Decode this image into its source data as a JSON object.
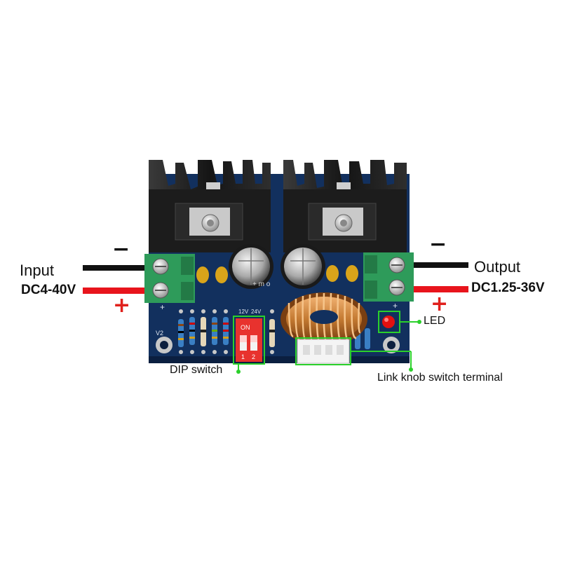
{
  "input": {
    "label": "Input",
    "voltage": "DC4-40V",
    "minus": "−",
    "plus": "+"
  },
  "output": {
    "label": "Output",
    "voltage": "DC1.25-36V",
    "minus": "−",
    "plus": "+"
  },
  "callouts": {
    "led": "LED",
    "dip_switch": "DIP switch",
    "knob_terminal": "Link knob switch terminal"
  },
  "board": {
    "dip_top_labels": [
      "12V",
      "24V"
    ],
    "dip_on": "ON",
    "dip_numbers": [
      "1",
      "2"
    ],
    "silk_v2": "V2",
    "silk_plus_left": "+",
    "silk_plus_right": "+",
    "cap_mark": "+ m o"
  },
  "colors": {
    "pcb": "#12305e",
    "heatsink": "#1a1a1a",
    "terminal": "#2e9b5a",
    "wire_black": "#111111",
    "wire_red": "#e8141c",
    "sign_red": "#e0201c",
    "callout_green": "#2bd02b",
    "dip": "#e8322e",
    "coil": "#b86a2a",
    "led": "#e31010"
  }
}
